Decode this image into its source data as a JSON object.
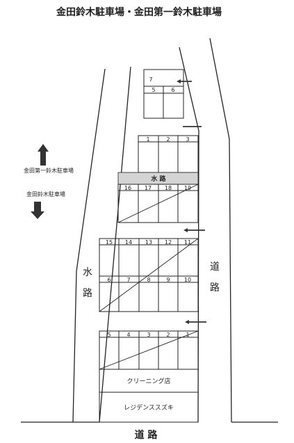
{
  "title": "金田鈴木駐車場・金田第一鈴木駐車場",
  "legend": {
    "up_label": "金田第一鈴木駐車場",
    "down_label": "金田鈴木駐車場"
  },
  "waterway_labels": {
    "middle": "水 路",
    "left_1": "水",
    "left_2": "路"
  },
  "road_labels": {
    "right_1": "道",
    "right_2": "路",
    "bottom": "道 路"
  },
  "buildings": {
    "cleaning": "クリーニング店",
    "residence": "レジデンススズキ"
  },
  "lots": {
    "top": [
      "7",
      "5",
      "6"
    ],
    "block_1_3": [
      "1",
      "2",
      "3"
    ],
    "block_16_19": [
      "16",
      "17",
      "18",
      "19"
    ],
    "block_15_11": [
      "15",
      "14",
      "13",
      "12",
      "11"
    ],
    "block_6_10": [
      "6",
      "7",
      "8",
      "9",
      "10"
    ],
    "block_5_1": [
      "5",
      "4",
      "3",
      "2",
      "1"
    ]
  },
  "colors": {
    "ink": "#222222",
    "arrow": "#333333"
  }
}
